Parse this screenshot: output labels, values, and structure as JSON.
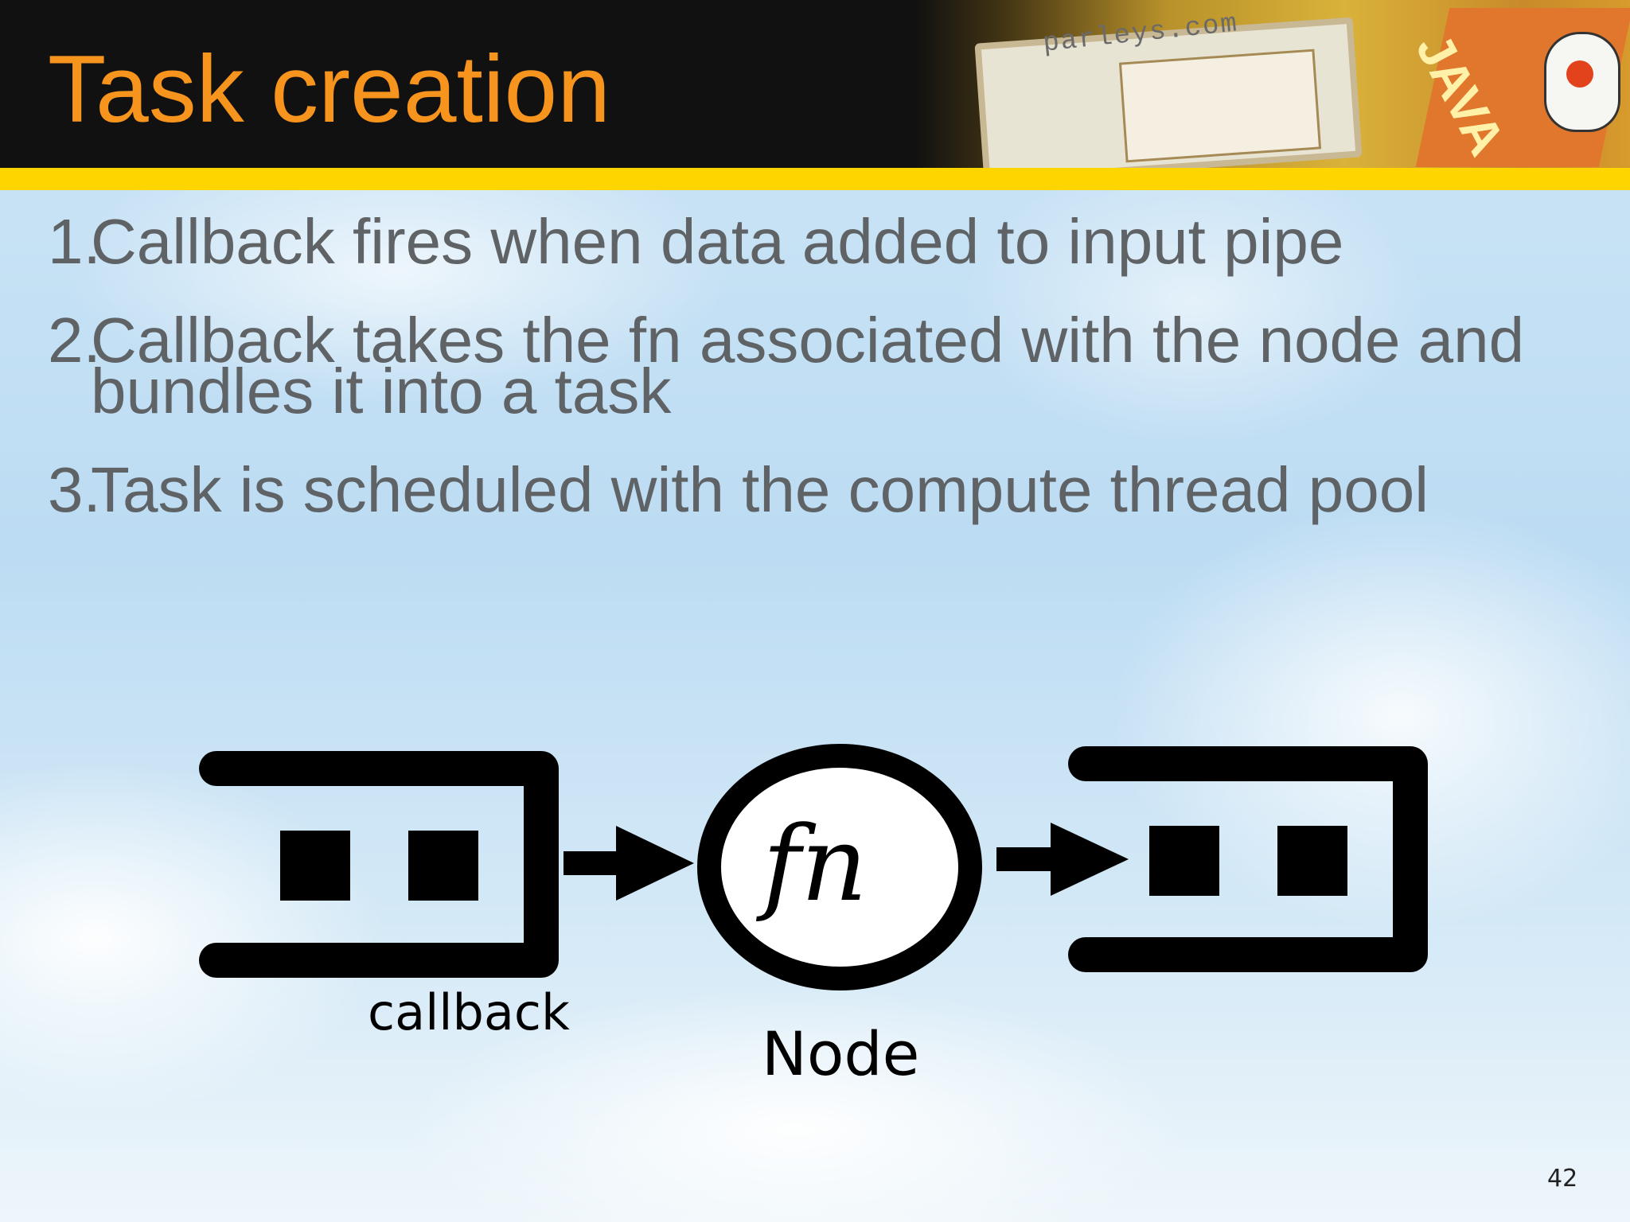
{
  "slide": {
    "title": "Task creation",
    "bullets": [
      {
        "num": "1.",
        "text": "Callback fires when data added to input pipe"
      },
      {
        "num": "2.",
        "text": "Callback takes the fn associated with the node and bundles it into a task"
      },
      {
        "num": "3.",
        "text": "Task is scheduled with the compute thread pool"
      }
    ],
    "page_number": "42"
  },
  "header_art": {
    "url_text": "parleys.com",
    "sign_text": "JAVA"
  },
  "diagram": {
    "node_symbol": "fn",
    "callback_label": "callback",
    "node_label": "Node"
  },
  "colors": {
    "title": "#f7941d",
    "header_bg": "#111111",
    "accent_bar": "#ffd500",
    "body_text": "#5f6366"
  }
}
